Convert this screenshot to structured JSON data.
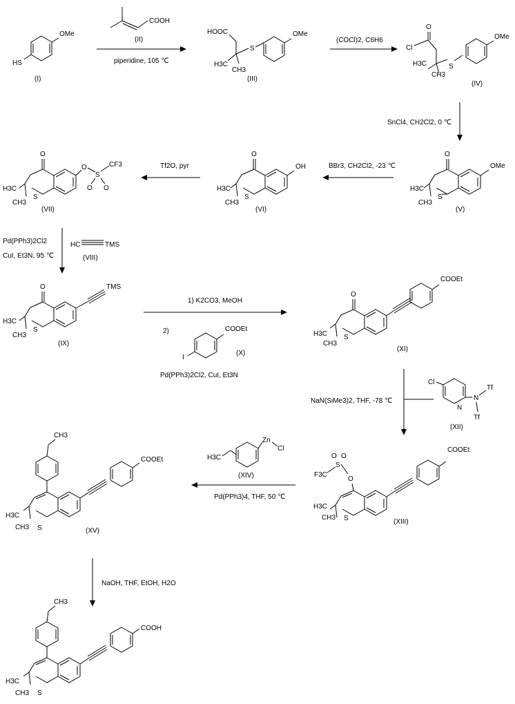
{
  "title": "Synthesis scheme of a thiochromene retinoid (reaction scheme)",
  "compounds": {
    "I": {
      "label": "(I)",
      "groups": {
        "ome": "OMe",
        "sh": "HS"
      }
    },
    "II": {
      "label": "(II)",
      "groups": {
        "cooh": "COOH"
      }
    },
    "III": {
      "label": "(III)",
      "groups": {
        "hooc": "HOOC",
        "s": "S",
        "ome": "OMe",
        "h3c": "H3C",
        "ch3": "CH3"
      }
    },
    "IV": {
      "label": "(IV)",
      "groups": {
        "o": "O",
        "cl": "Cl",
        "s": "S",
        "ome": "OMe",
        "h3c": "H3C",
        "ch3": "CH3"
      }
    },
    "V": {
      "label": "(V)",
      "groups": {
        "o": "O",
        "ome": "OMe",
        "s": "S",
        "h3c": "H3C",
        "ch3": "CH3"
      }
    },
    "VI": {
      "label": "(VI)",
      "groups": {
        "o": "O",
        "oh": "OH",
        "s": "S",
        "h3c": "H3C",
        "ch3": "CH3"
      }
    },
    "VII": {
      "label": "(VII)",
      "groups": {
        "o": "O",
        "o2": "O",
        "s": "S",
        "s2": "S",
        "cf3": "CF3",
        "oa": "O",
        "ob": "O",
        "h3c": "H3C",
        "ch3": "CH3"
      }
    },
    "VIII": {
      "label": "(VIII)",
      "groups": {
        "hc": "HC",
        "tms": "TMS"
      }
    },
    "IX": {
      "label": "(IX)",
      "groups": {
        "o": "O",
        "tms": "TMS",
        "s": "S",
        "h3c": "H3C",
        "ch3": "CH3"
      }
    },
    "X": {
      "label": "(X)",
      "groups": {
        "cooet": "COOEt",
        "i": "I"
      }
    },
    "XI": {
      "label": "(XI)",
      "groups": {
        "o": "O",
        "cooet": "COOEt",
        "s": "S",
        "h3c": "H3C",
        "ch3": "CH3"
      }
    },
    "XII": {
      "label": "(XII)",
      "groups": {
        "cl": "Cl",
        "n": "N",
        "n2": "N",
        "tf": "Tf",
        "tf2": "Tf"
      }
    },
    "XIII": {
      "label": "(XIII)",
      "groups": {
        "o": "O",
        "s": "S",
        "oa": "O",
        "ob": "O",
        "f3c": "F3C",
        "cooet": "COOEt",
        "s2": "S",
        "h3c": "H3C",
        "ch3": "CH3"
      }
    },
    "XIV": {
      "label": "(XIV)",
      "groups": {
        "h3c": "H3C",
        "zn": "Zn",
        "cl": "Cl"
      }
    },
    "XV": {
      "label": "(XV)",
      "groups": {
        "ch3": "CH3",
        "cooet": "COOEt",
        "s": "S",
        "h3c": "H3C",
        "ch3b": "CH3"
      }
    },
    "final": {
      "groups": {
        "ch3": "CH3",
        "cooh": "COOH",
        "s": "S",
        "h3c": "H3C",
        "ch3b": "CH3"
      }
    }
  },
  "reagents": {
    "step1": "piperidine, 105 ℃",
    "step2": "(COCl)2, C6H6",
    "step3": "SnCl4, CH2Cl2, 0 ℃",
    "step4": "BBr3, CH2Cl2, -23 ℃",
    "step5": "Tf2O, pyr",
    "step6a": "Pd(PPh3)2Cl2",
    "step6b": "CuI, Et3N, 95 ℃",
    "step7a": "1) K2CO3, MeOH",
    "step7b": "2)",
    "step7c": "Pd(PPh3)2Cl2, CuI, Et3N",
    "step8": "NaN(SiMe3)2, THF, -78 ℃",
    "step9": "Pd(PPh3)4, THF, 50 ℃",
    "step10": "NaOH, THF, EtOH, H2O"
  }
}
